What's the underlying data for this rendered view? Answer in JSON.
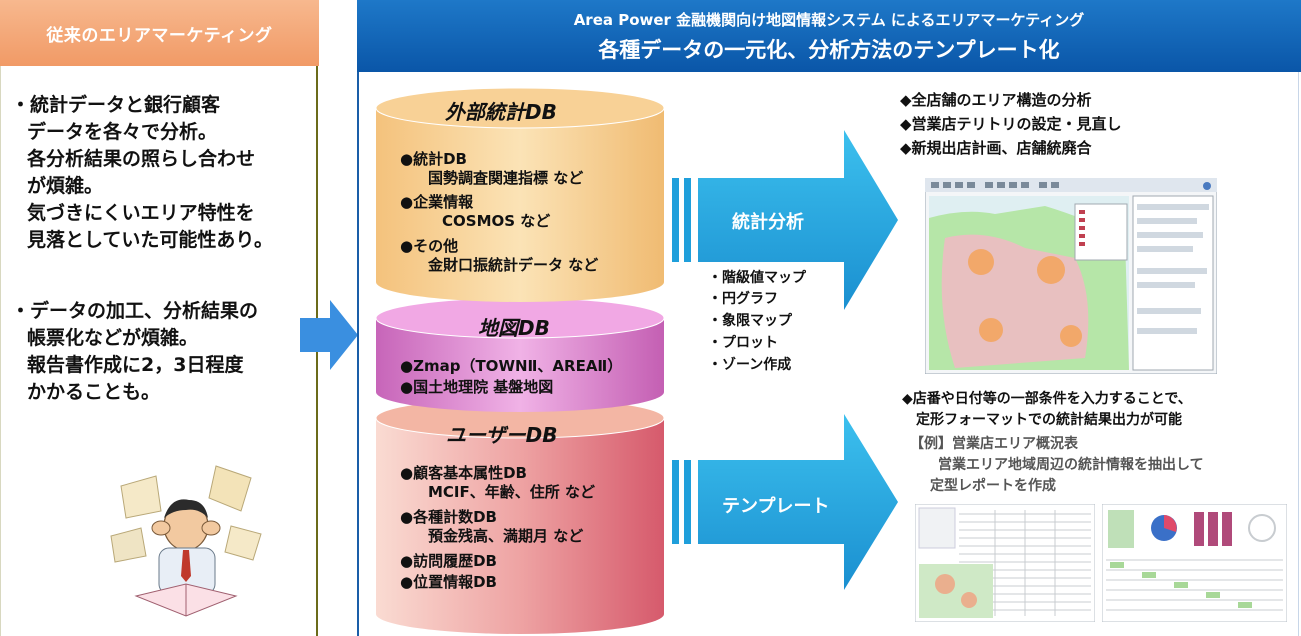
{
  "left": {
    "header": "従来のエリアマーケティング",
    "bullet1": [
      "・統計データと銀行顧客",
      "データを各々で分析。",
      "各分析結果の照らし合わせ",
      "が煩雑。",
      "気づきにくいエリア特性を",
      "見落としていた可能性あり。"
    ],
    "bullet2": [
      "・データの加工、分析結果の",
      "帳票化などが煩雑。",
      "報告書作成に2，3日程度",
      "かかることも。"
    ]
  },
  "right": {
    "title_line1": "Area Power 金融機関向け地図情報システム によるエリアマーケティング",
    "title_line2": "各種データの一元化、分析方法のテンプレート化"
  },
  "db": {
    "external": {
      "title": "外部統計DB",
      "items": [
        "●統計DB",
        "国勢調査関連指標 など",
        "●企業情報",
        "COSMOS など",
        "●その他",
        "金財口振統計データ など"
      ]
    },
    "map": {
      "title": "地図DB",
      "items": [
        "●Zmap（TOWNⅡ、AREAⅡ）",
        "●国土地理院 基盤地図"
      ]
    },
    "user": {
      "title": "ユーザーDB",
      "items": [
        "●顧客基本属性DB",
        "MCIF、年齢、住所 など",
        "●各種計数DB",
        "預金残高、満期月 など",
        "●訪問履歴DB",
        "●位置情報DB"
      ]
    }
  },
  "analysis": {
    "arrow_label": "統計分析",
    "methods": [
      "・階級値マップ",
      "・円グラフ",
      "・象限マップ",
      "・プロット",
      "・ゾーン作成"
    ]
  },
  "template": {
    "arrow_label": "テンプレート"
  },
  "features_top": [
    "◆全店舗のエリア構造の分析",
    "◆営業店テリトリの設定・見直し",
    "◆新規出店計画、店舗統廃合"
  ],
  "features_bottom": [
    "◆店番や日付等の一部条件を入力することで、",
    "定形フォーマットでの統計結果出力が可能"
  ],
  "example": [
    "【例】営業店エリア概況表",
    "営業エリア地域周辺の統計情報を抽出して",
    "定型レポートを作成"
  ],
  "colors": {
    "left_header": "#f19a66",
    "right_header": "#0a56a8",
    "arrow": "#1e9fd8",
    "cyl_external": "#f6cf8e",
    "cyl_map": "#d37ac6",
    "cyl_user": "#e6838a"
  }
}
